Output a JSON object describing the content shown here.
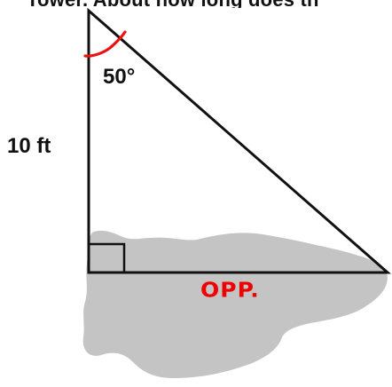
{
  "header": {
    "cut_text": "Tower. About how long does th"
  },
  "diagram": {
    "angle_label": "50°",
    "side_label": "10 ft",
    "handwritten_note": "OPP."
  },
  "colors": {
    "line": "#111111",
    "shadow": "#c4c4c4",
    "annotation": "#ee0000"
  }
}
